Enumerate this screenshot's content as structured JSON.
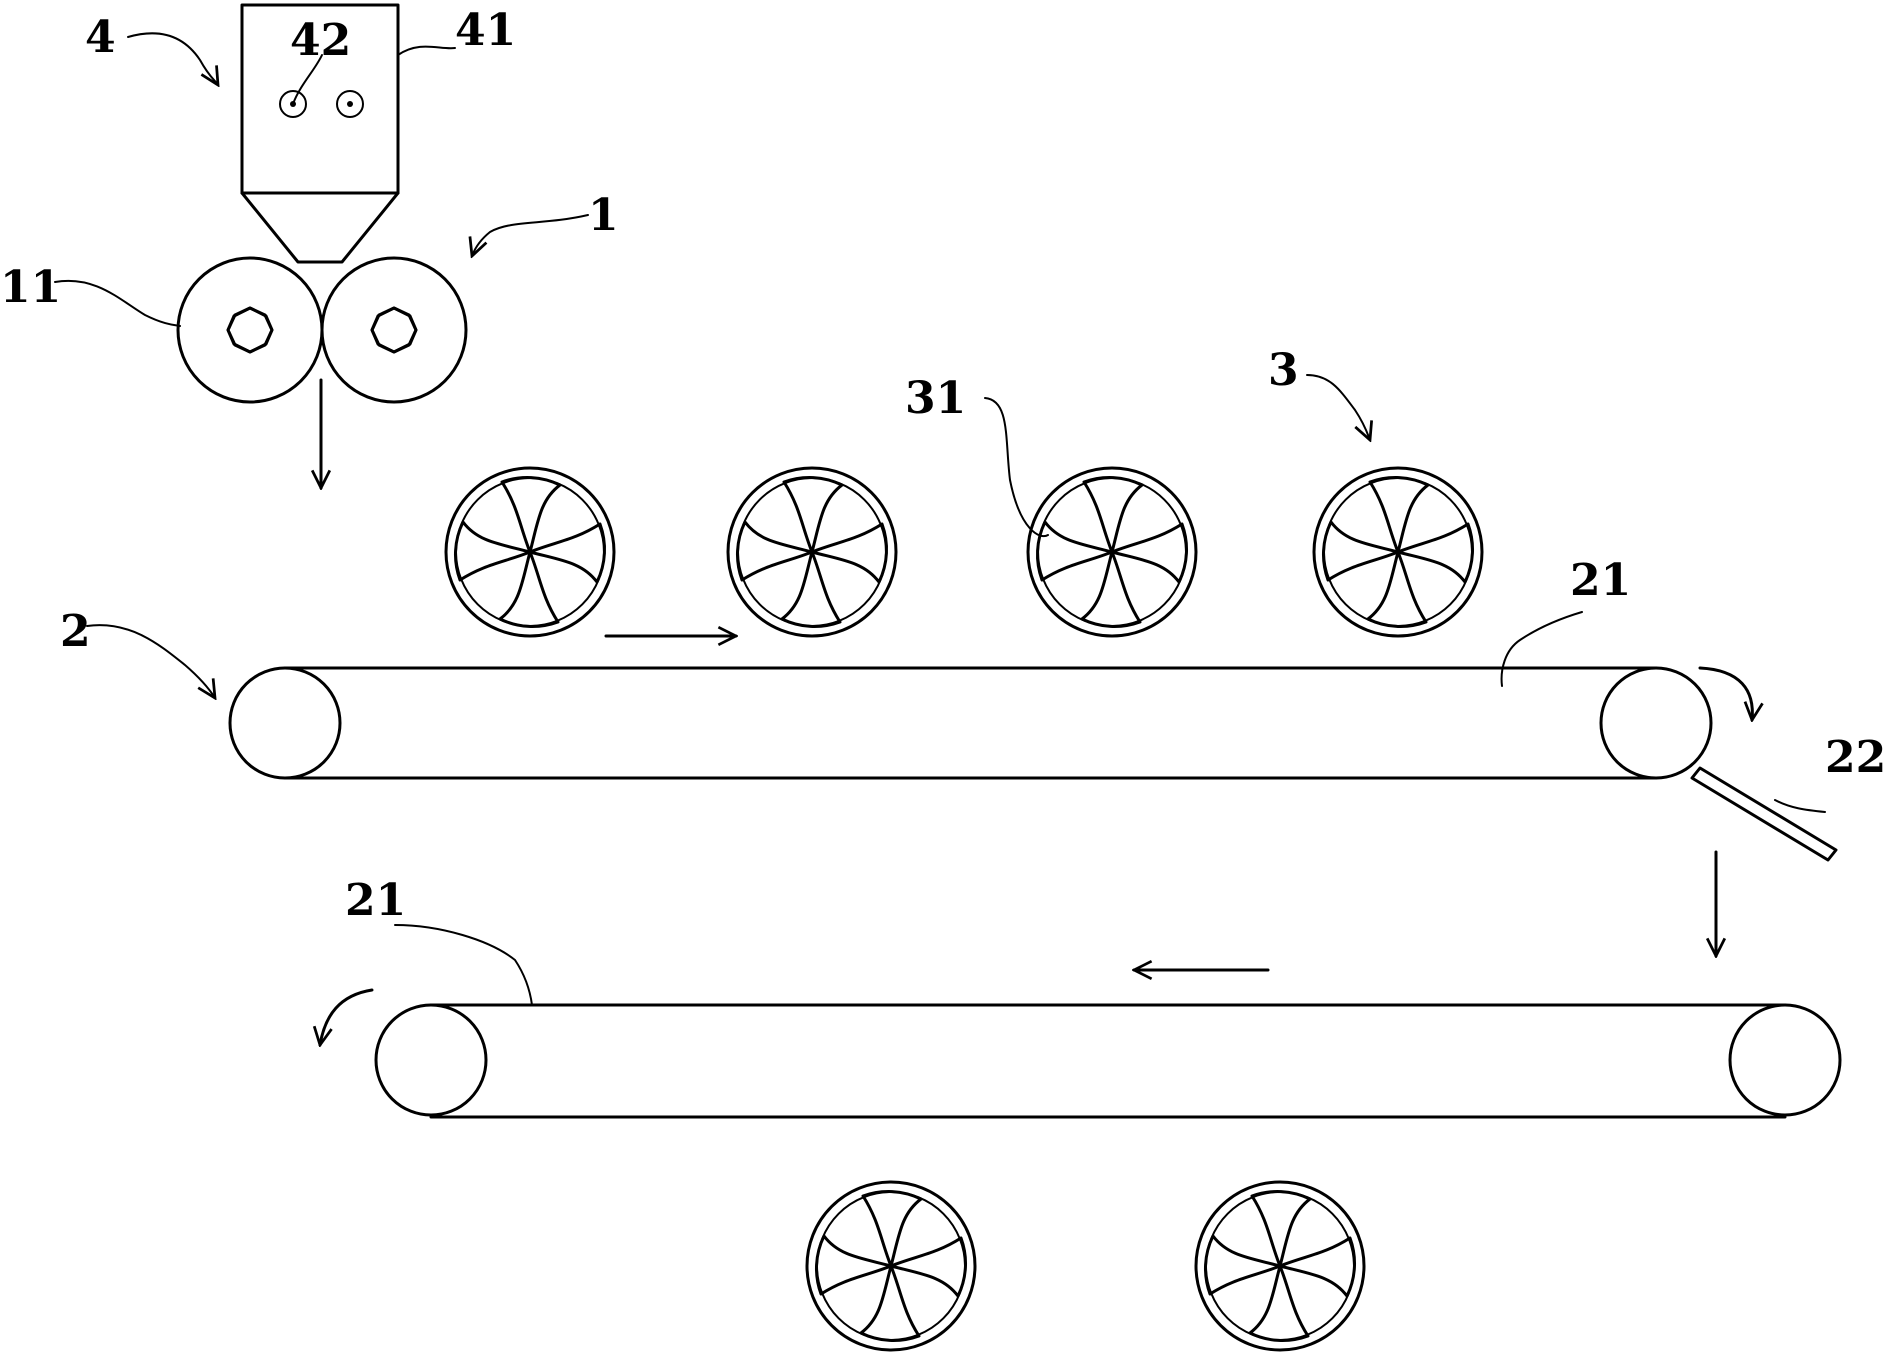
{
  "labels": {
    "feeder": "4",
    "hopper": "41",
    "hopper_roller": "42",
    "crusher": "1",
    "crush_roller": "11",
    "conveyor": "2",
    "fan_unit": "3",
    "fan": "31",
    "belt_upper": "21",
    "guide_plate": "22",
    "belt_lower": "21"
  }
}
